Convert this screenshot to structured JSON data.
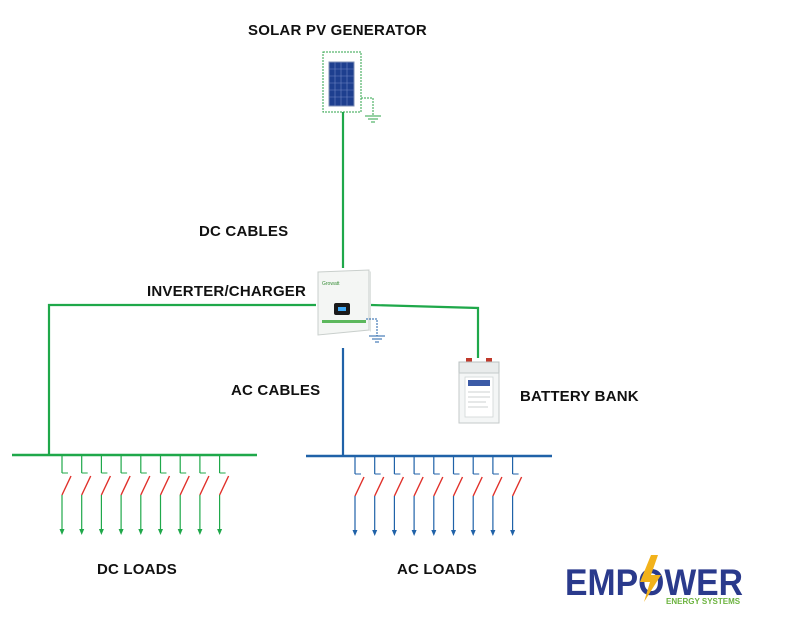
{
  "labels": {
    "solar": "SOLAR PV GENERATOR",
    "dc_cables": "DC CABLES",
    "inverter": "INVERTER/CHARGER",
    "ac_cables": "AC CABLES",
    "battery": "BATTERY BANK",
    "dc_loads": "DC LOADS",
    "ac_loads": "AC LOADS"
  },
  "inverter_brand": "Growatt",
  "logo": {
    "name": "EMPOWER",
    "tagline": "ENERGY SYSTEMS"
  },
  "colors": {
    "dc_line": "#1fa84a",
    "ac_line": "#2062a8",
    "switch": "#e0302a",
    "logo_blue": "#2a3a8c",
    "logo_green": "#6cb33f",
    "logo_bolt": "#f2b21b"
  },
  "dc_load_count": 9,
  "ac_load_count": 9
}
